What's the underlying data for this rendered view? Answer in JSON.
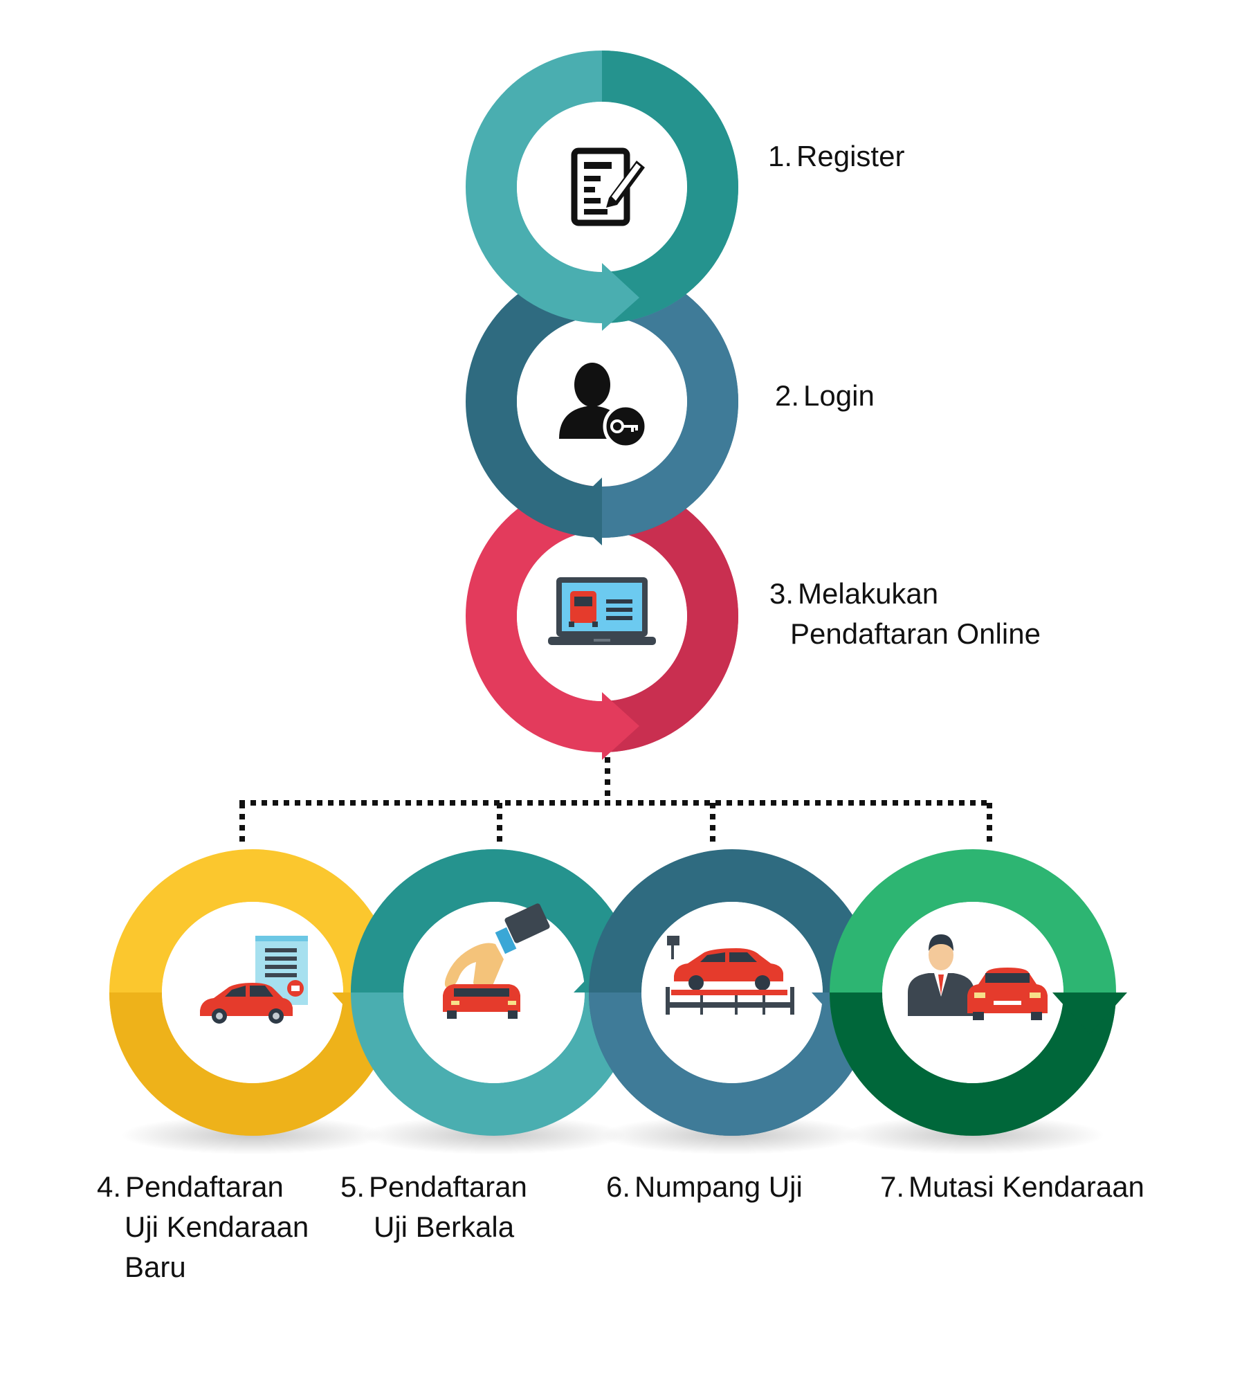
{
  "top_steps": [
    {
      "number": "1.",
      "lines": [
        "Register"
      ],
      "color_light": "#4aaeb0",
      "color_dark": "#25938e",
      "icon": "document-edit-icon"
    },
    {
      "number": "2.",
      "lines": [
        "Login"
      ],
      "color_light": "#2f6b80",
      "color_dark": "#3f7b98",
      "icon": "user-key-icon"
    },
    {
      "number": "3.",
      "lines": [
        "Melakukan",
        "Pendaftaran Online"
      ],
      "color_light": "#e33b5c",
      "color_dark": "#c92f50",
      "icon": "laptop-car-icon"
    }
  ],
  "bottom_steps": [
    {
      "number": "4.",
      "lines": [
        "Pendaftaran",
        "Uji Kendaraan",
        "Baru"
      ],
      "color_light": "#fbc72e",
      "color_dark": "#eeb21a",
      "icon": "car-document-icon"
    },
    {
      "number": "5.",
      "lines": [
        "Pendaftaran",
        "Uji Berkala"
      ],
      "color_light": "#4aaeb0",
      "color_dark": "#25938e",
      "icon": "hand-car-icon"
    },
    {
      "number": "6.",
      "lines": [
        "Numpang Uji"
      ],
      "color_light": "#2f6b80",
      "color_dark": "#3f7b98",
      "icon": "car-lift-icon"
    },
    {
      "number": "7.",
      "lines": [
        "Mutasi Kendaraan"
      ],
      "color_light": "#2db572",
      "color_dark": "#00673a",
      "icon": "person-car-icon"
    }
  ],
  "connector_color": "#111111"
}
